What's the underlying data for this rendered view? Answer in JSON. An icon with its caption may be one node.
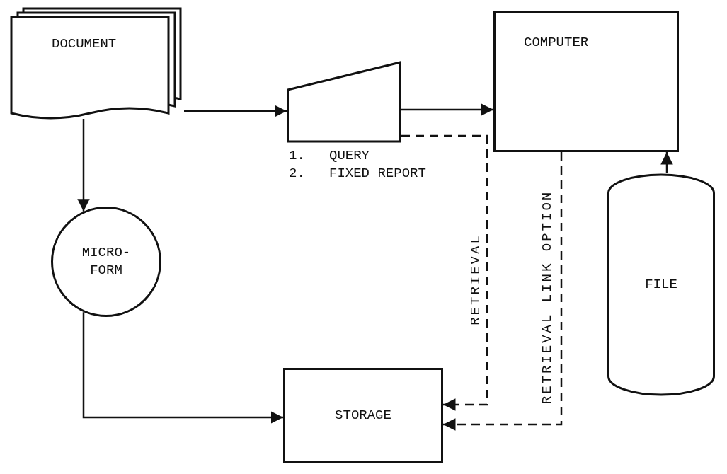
{
  "diagram": {
    "nodes": [
      {
        "text": [
          "DOCUMENT"
        ]
      },
      {
        "text": [],
        "shape": "trapezoid",
        "beside": [
          "1.   QUERY",
          "2.   FIXED REPORT"
        ]
      },
      {
        "text": [
          "COMPUTER"
        ]
      },
      {
        "text": [
          "FILE"
        ]
      },
      {
        "text": [
          "MICRO- FORM"
        ]
      },
      {
        "text": [
          "STORAGE"
        ]
      }
    ],
    "edges": [
      {
        "from": 0,
        "to": 1,
        "arrow": "to"
      },
      {
        "from": 1,
        "to": 2,
        "arrow": "to"
      },
      {
        "from": 3,
        "to": 2,
        "arrow": "to"
      },
      {
        "from": 0,
        "to": 4,
        "arrow": "to"
      },
      {
        "from": 4,
        "to": 5,
        "arrow": "to"
      },
      {
        "from": 1,
        "to": 5,
        "arrow": "to",
        "style": "dashed",
        "label": "RETRIEVAL"
      },
      {
        "from": 2,
        "to": 5,
        "arrow": "to",
        "style": "dashed",
        "label": "RETRIEVAL LINK OPTION"
      }
    ]
  }
}
